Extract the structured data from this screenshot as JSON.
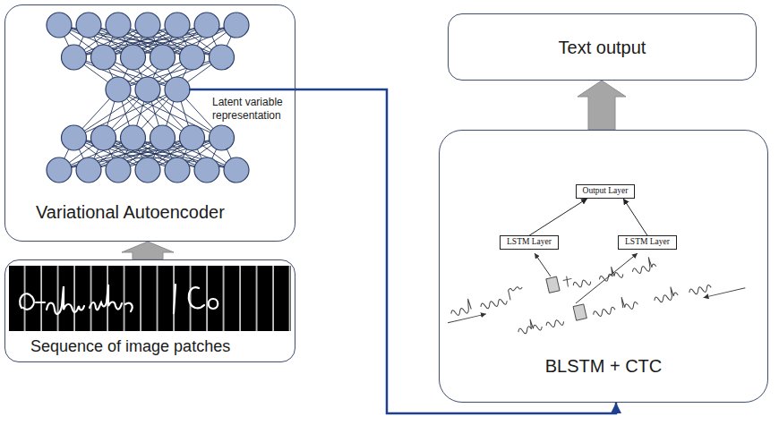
{
  "diagram": {
    "nodes": [
      {
        "text": [
          "Variational Autoencoder"
        ]
      },
      {
        "text": [
          "Sequence of image patches"
        ]
      },
      {
        "text": [
          "Text output"
        ]
      },
      {
        "text": [
          "BLSTM + CTC"
        ]
      },
      {
        "text": [
          "Output Layer"
        ],
        "in": 3
      },
      {
        "text": [
          "LSTM Layer"
        ],
        "in": 3
      },
      {
        "text": [
          "LSTM Layer"
        ],
        "in": 3
      }
    ],
    "edges": [
      {
        "from": 1,
        "to": 0,
        "arrow": "to"
      },
      {
        "from": 0,
        "to": 3,
        "arrow": "to"
      },
      {
        "from": 3,
        "to": 2,
        "arrow": "to"
      },
      {
        "from": 5,
        "to": 4,
        "arrow": "to"
      },
      {
        "from": 6,
        "to": 4,
        "arrow": "to"
      }
    ],
    "labels": [
      "Latent variable representation"
    ]
  }
}
